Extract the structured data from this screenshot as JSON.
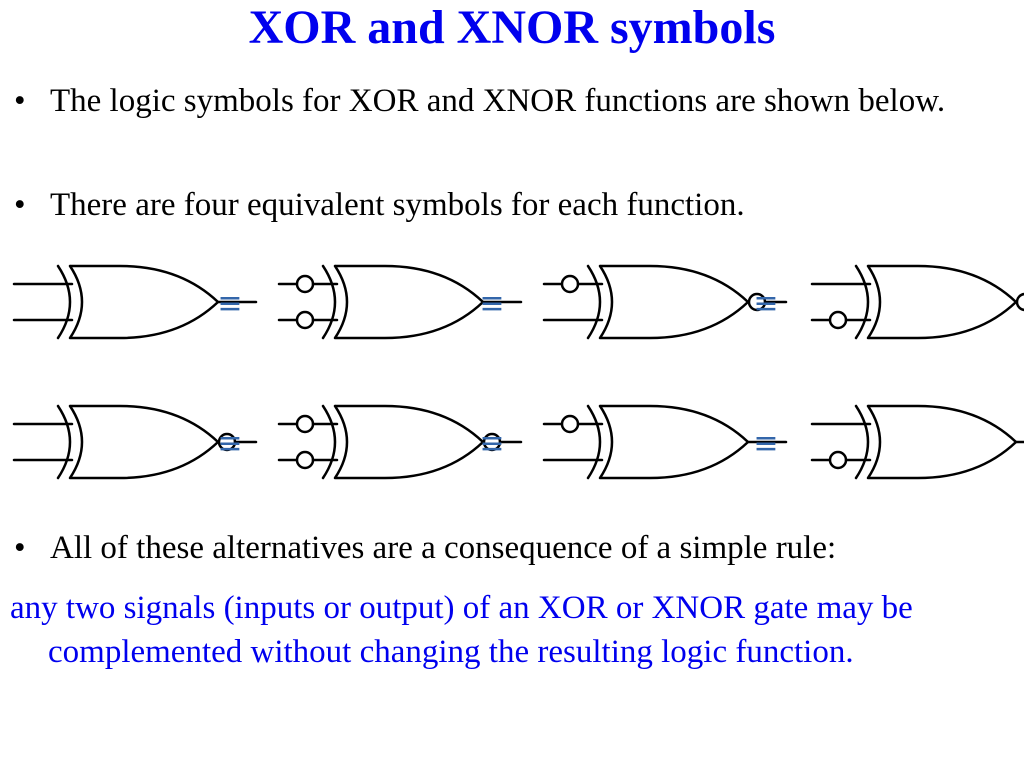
{
  "title": "XOR and XNOR symbols",
  "bullets": [
    {
      "mark": "•",
      "text": "The logic symbols for XOR and XNOR functions are shown below."
    },
    {
      "mark": "•",
      "text": "There are four equivalent symbols for each function."
    },
    {
      "mark": "•",
      "text": "All of these alternatives are a consequence of a simple rule:"
    }
  ],
  "rule_text": "any two signals (inputs or output) of an XOR or XNOR gate may be complemented without changing the resulting logic function.",
  "equivalence_symbol": "≡",
  "colors": {
    "title": "#0000ee",
    "rule_text": "#0000ee",
    "equivalence": "#3366aa",
    "gate_stroke": "#000000"
  },
  "diagram": {
    "rows": [
      {
        "function": "XOR",
        "gates": [
          {
            "invert_in1": false,
            "invert_in2": false,
            "invert_out": false
          },
          {
            "invert_in1": true,
            "invert_in2": true,
            "invert_out": false
          },
          {
            "invert_in1": true,
            "invert_in2": false,
            "invert_out": true
          },
          {
            "invert_in1": false,
            "invert_in2": true,
            "invert_out": true
          }
        ]
      },
      {
        "function": "XNOR",
        "gates": [
          {
            "invert_in1": false,
            "invert_in2": false,
            "invert_out": true
          },
          {
            "invert_in1": true,
            "invert_in2": true,
            "invert_out": true
          },
          {
            "invert_in1": true,
            "invert_in2": false,
            "invert_out": false
          },
          {
            "invert_in1": false,
            "invert_in2": true,
            "invert_out": false
          }
        ]
      }
    ]
  }
}
